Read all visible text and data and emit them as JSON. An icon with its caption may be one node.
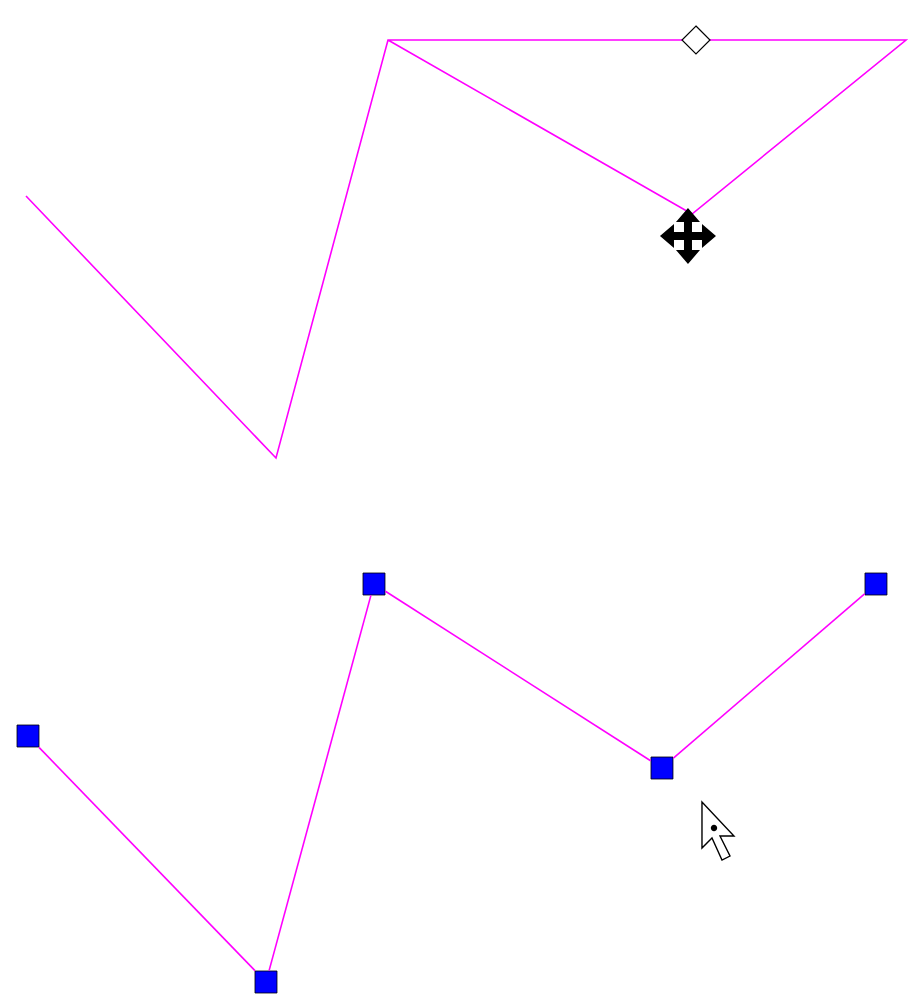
{
  "diagram": {
    "nodes": [
      {
        "text": [],
        "shape": "box"
      },
      {
        "text": [],
        "shape": "box"
      },
      {
        "text": [],
        "shape": "box"
      },
      {
        "text": [],
        "shape": "box"
      },
      {
        "text": [],
        "shape": "box"
      }
    ],
    "edges": [
      {
        "from": 0,
        "to": 1,
        "arrow": "none"
      },
      {
        "from": 1,
        "to": 2,
        "arrow": "none"
      },
      {
        "from": 2,
        "to": 3,
        "arrow": "none"
      },
      {
        "from": 3,
        "to": 4,
        "arrow": "none"
      }
    ]
  }
}
